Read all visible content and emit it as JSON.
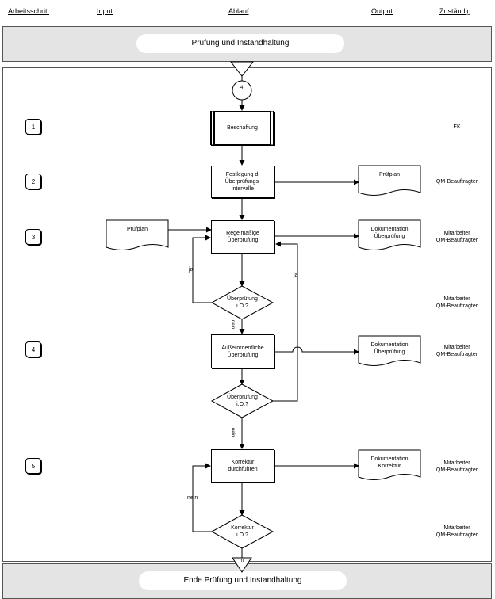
{
  "header": {
    "arbeitsschritt": "Arbeitsschritt",
    "input": "Input",
    "ablauf": "Ablauf",
    "output": "Output",
    "zustaendig": "Zuständig"
  },
  "top_banner": "Prüfung und Instandhaltung",
  "bottom_banner": "Ende Prüfung und Instandhaltung",
  "connector_top": "4",
  "connector_bottom": "m",
  "steps": [
    "1",
    "2",
    "3",
    "4",
    "5"
  ],
  "process": {
    "beschaffung": "Beschaffung",
    "festlegung": "Festlegung d.\nÜberprüfungs-\nintervalle",
    "regelmaessig": "Regelmäßige\nÜberprüfung",
    "ausserordentlich": "Außerordentliche\nÜberprüfung",
    "korrektur": "Korrektur\ndurchführen"
  },
  "decisions": {
    "d1": "Überprüfung\ni.O.?",
    "d2": "Überprüfung\ni.O.?",
    "d3": "Korrektur\ni.O.?"
  },
  "documents": {
    "input_pruefplan": "Prüfplan",
    "out_pruefplan": "Prüfplan",
    "out_doc1": "Dokumentation\nÜberprüfung",
    "out_doc2": "Dokumentation\nÜberprüfung",
    "out_doc3": "Dokumentation\nKorrektur"
  },
  "responsible": {
    "r1": "EK",
    "r2": "QM-Beauftragter",
    "r3": "Mitarbeiter\nQM-Beauftragter",
    "r4": "Mitarbeiter\nQM-Beauftragter",
    "r5": "Mitarbeiter\nQM-Beauftragter",
    "r6": "Mitarbeiter\nQM-Beauftragter",
    "r7": "Mitarbeiter\nQM-Beauftragter"
  },
  "labels": {
    "ja1": "ja",
    "ja2": "ja",
    "nein1": "nein",
    "nein2": "nein",
    "nein3": "nein"
  }
}
